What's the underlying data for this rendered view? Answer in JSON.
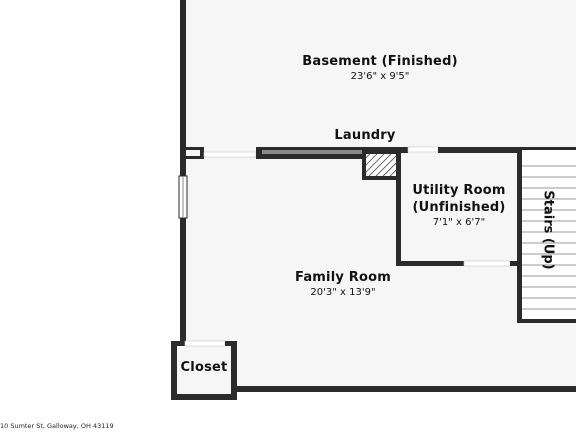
{
  "colors": {
    "wall": "#2b2b2b",
    "floor": "#f6f6f6",
    "window": "#ffffff",
    "stair_line": "#9a9a9a"
  },
  "rooms": {
    "basement": {
      "name": "Basement (Finished)",
      "dims": "23'6\" x 9'5\""
    },
    "laundry": {
      "name": "Laundry"
    },
    "utility": {
      "name_line1": "Utility Room",
      "name_line2": "(Unfinished)",
      "dims": "7'1\" x 6'7\""
    },
    "family": {
      "name": "Family Room",
      "dims": "20'3\" x 13'9\""
    },
    "stairs": {
      "name": "Stairs (Up)"
    },
    "closet": {
      "name": "Closet"
    }
  },
  "address": "10 Sumter St, Galloway, OH 43119"
}
